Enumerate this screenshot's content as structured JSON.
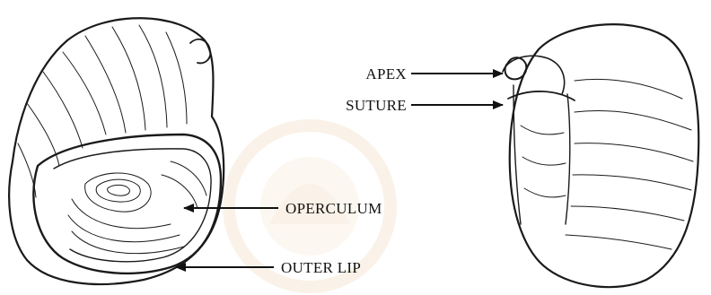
{
  "labels": {
    "apex": "APEX",
    "suture": "SUTURE",
    "operculum": "OPERCULUM",
    "outer_lip": "OUTER LIP"
  },
  "colors": {
    "ink": "#111111",
    "paper": "#ffffff",
    "watermark": "#f3dcc0"
  }
}
